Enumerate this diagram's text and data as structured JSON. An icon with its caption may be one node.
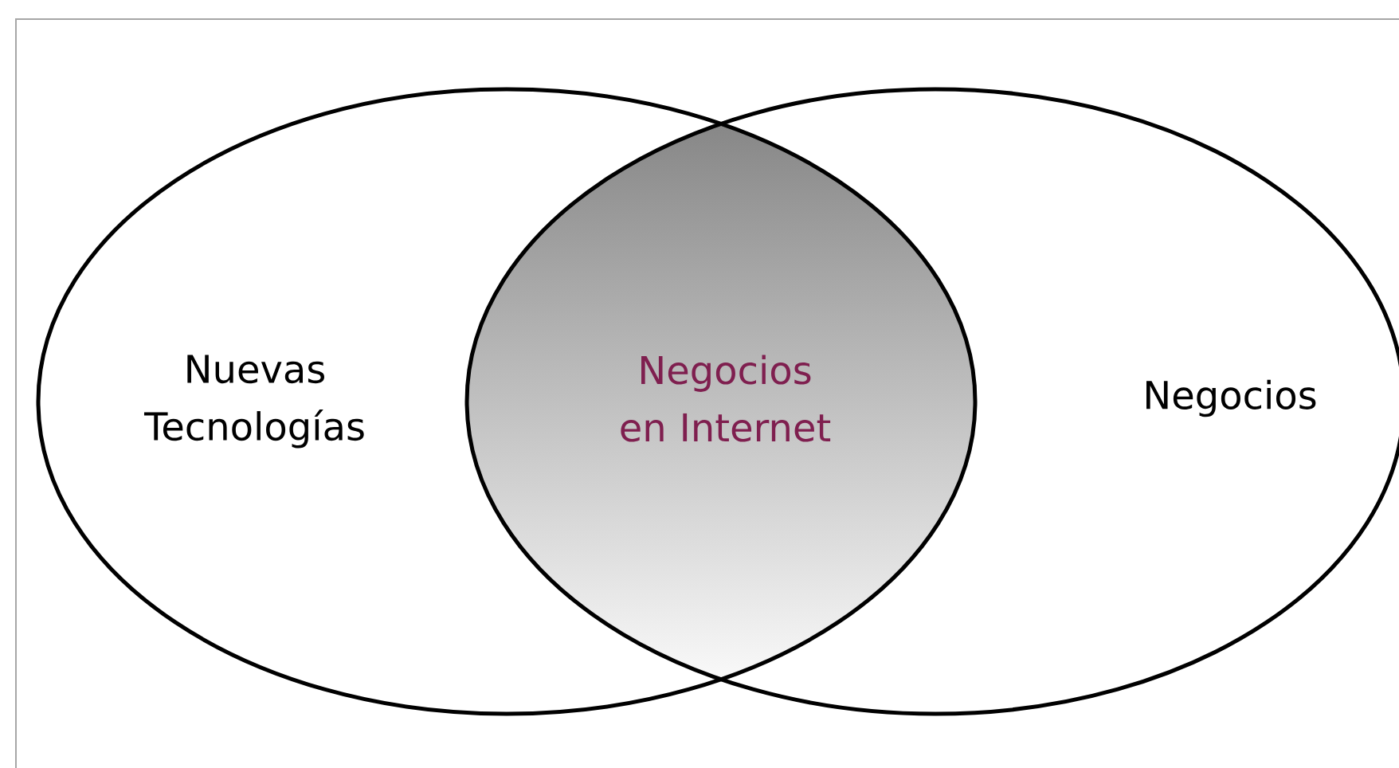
{
  "diagram": {
    "nodes": [
      {
        "text": [
          "Nuevas Tecnologías"
        ]
      },
      {
        "text": [
          "Negocios en Internet"
        ]
      },
      {
        "text": [
          "Negocios"
        ]
      }
    ]
  }
}
